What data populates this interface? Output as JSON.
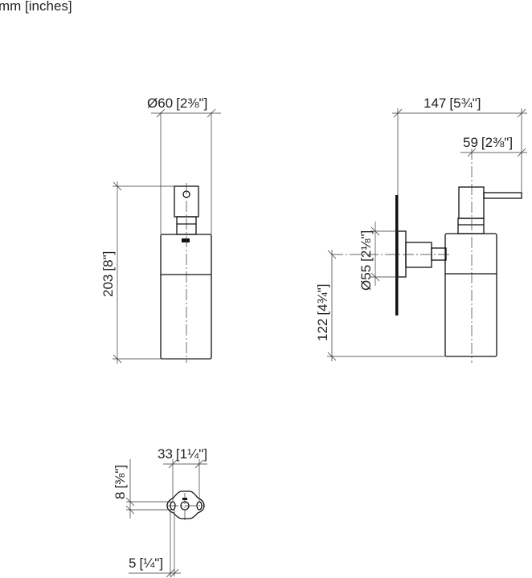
{
  "units_label": "mm [inches]",
  "dimensions": {
    "front_diameter": {
      "prefix": "Ø",
      "mm": "60",
      "inches": "2⅜\""
    },
    "front_height": {
      "mm": "203",
      "inches": "8\""
    },
    "side_depth": {
      "mm": "147",
      "inches": "5¾\""
    },
    "side_spout": {
      "mm": "59",
      "inches": "2⅜\""
    },
    "side_flange_diameter": {
      "prefix": "Ø",
      "mm": "55",
      "inches": "2⅛\""
    },
    "side_height": {
      "mm": "122",
      "inches": "4¾\""
    },
    "bracket_width": {
      "mm": "33",
      "inches": "1¼\""
    },
    "bracket_slot": {
      "mm": "8",
      "inches": "⅜\""
    },
    "bracket_offset": {
      "mm": "5",
      "inches": "¼\""
    }
  }
}
